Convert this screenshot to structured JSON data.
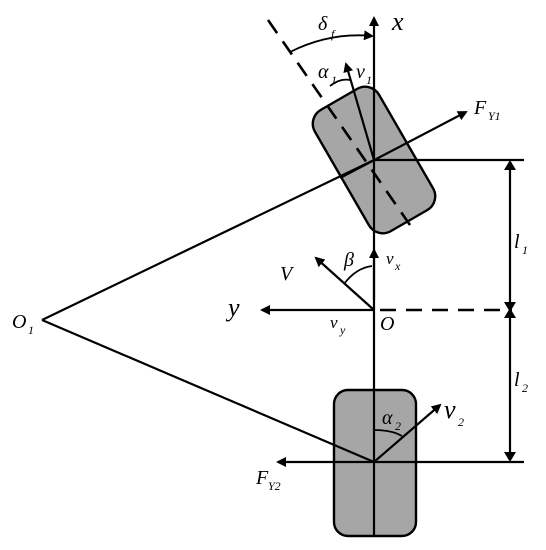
{
  "labels": {
    "axis_x": "x",
    "axis_y": "y",
    "origin": "O",
    "turn_center": "O",
    "turn_center_sub": "1",
    "steer_angle": "δ",
    "steer_angle_sub": "f",
    "slip_front": "α",
    "slip_front_sub": "1",
    "vel_front": "v",
    "vel_front_sub": "1",
    "force_front": "F",
    "force_front_sub": "Y1",
    "velocity": "V",
    "sideslip": "β",
    "vel_x": "v",
    "vel_x_sub": "x",
    "vel_y": "v",
    "vel_y_sub": "y",
    "dist_front": "l",
    "dist_front_sub": "1",
    "dist_rear": "l",
    "dist_rear_sub": "2",
    "slip_rear": "α",
    "slip_rear_sub": "2",
    "vel_rear": "v",
    "vel_rear_sub": "2",
    "force_rear": "F",
    "force_rear_sub": "Y2"
  }
}
